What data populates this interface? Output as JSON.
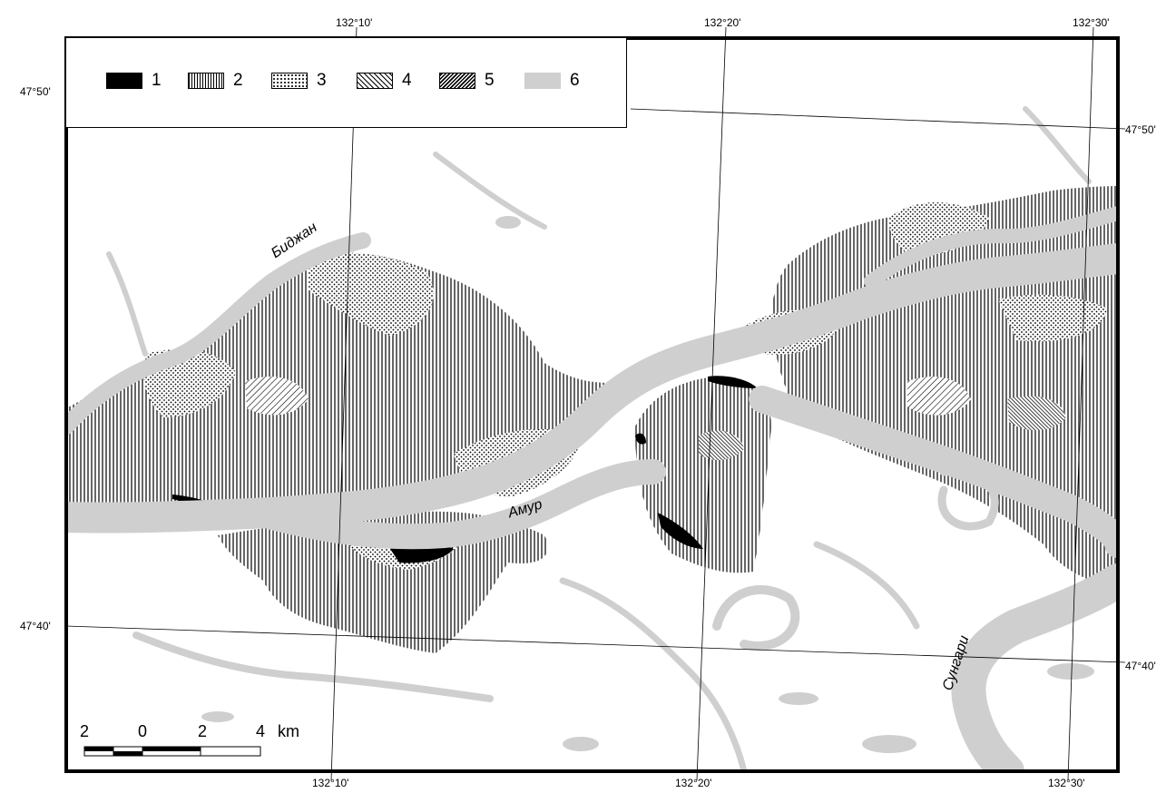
{
  "coordinates": {
    "lon_top": [
      "132°10'",
      "132°20'",
      "132°30'"
    ],
    "lon_bottom": [
      "132°10'",
      "132°20'",
      "132°30'"
    ],
    "lat_left": [
      "47°50'",
      "47°40'"
    ],
    "lat_right": [
      "47°50'",
      "47°40'"
    ]
  },
  "legend": {
    "items": [
      {
        "label": "1",
        "pattern": "solid-black"
      },
      {
        "label": "2",
        "pattern": "vertical-hatch"
      },
      {
        "label": "3",
        "pattern": "dots"
      },
      {
        "label": "4",
        "pattern": "diagonal-hatch"
      },
      {
        "label": "5",
        "pattern": "dense-diagonal-hatch"
      },
      {
        "label": "6",
        "pattern": "solid-gray"
      }
    ]
  },
  "rivers": {
    "bidzhan": "Биджан",
    "amur": "Амур",
    "sungari": "Сунгари"
  },
  "scale": {
    "ticks": [
      "2",
      "0",
      "2",
      "4"
    ],
    "unit": "km"
  },
  "colors": {
    "water": "#cfcfcf",
    "frame": "#000000",
    "background": "#ffffff"
  }
}
